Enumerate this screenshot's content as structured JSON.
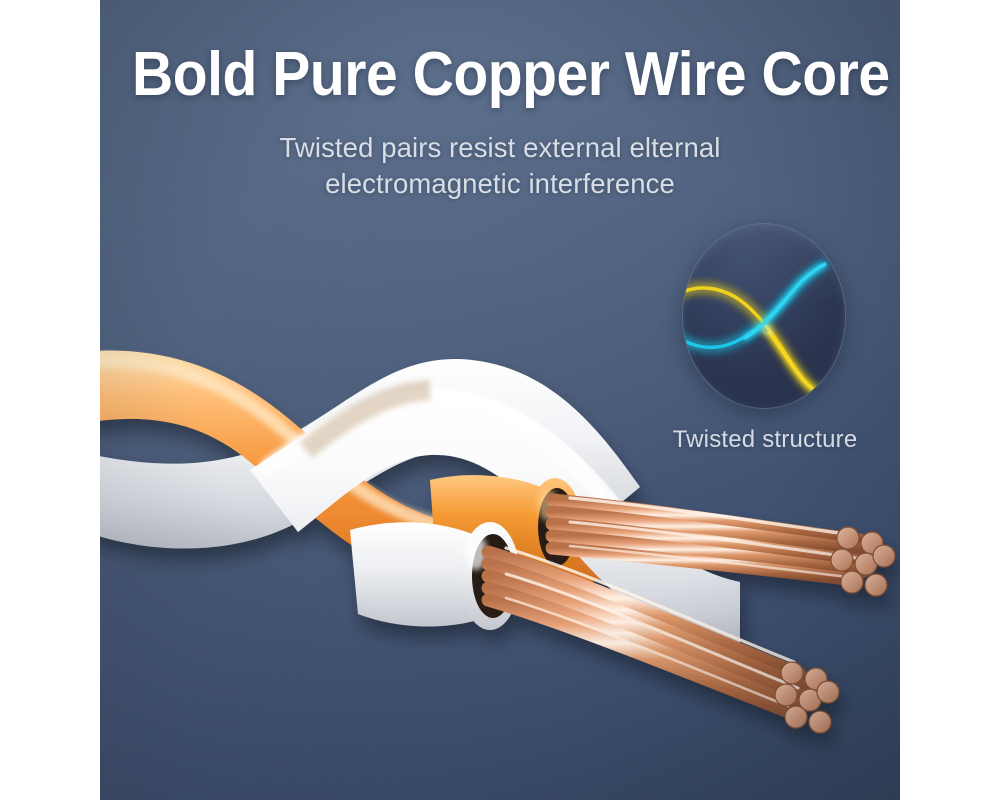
{
  "panel": {
    "background_color": "#4a5c78",
    "background_color_top": "#51627e",
    "background_color_bottom": "#364760"
  },
  "headline": {
    "text": "Bold Pure Copper Wire Core",
    "color": "#ffffff"
  },
  "subtitle": {
    "line1": "Twisted pairs resist external elternal",
    "line2": "electromagnetic interference",
    "color": "#d9dee6"
  },
  "inset": {
    "caption": "Twisted structure",
    "caption_color": "#d6dbe3",
    "circle_fill": "#333f5d",
    "curve_yellow": "#f2d31a",
    "curve_cyan": "#20c9e8"
  },
  "cable": {
    "orange_jacket_color": "#f29a3e",
    "orange_jacket_highlight": "#ffd9a6",
    "white_jacket_color": "#ffffff",
    "white_jacket_shadow": "#c9ccd2",
    "copper_color": "#c98a5e",
    "copper_highlight": "#ffe6d2",
    "strand_count_per_bundle": 7,
    "bundle_count": 2
  }
}
